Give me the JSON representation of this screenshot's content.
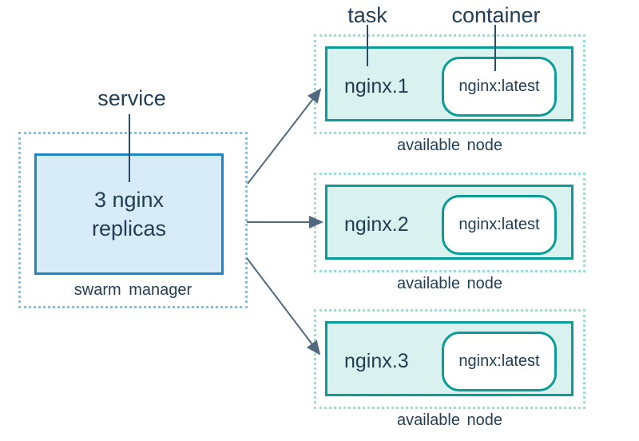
{
  "diagram_title": "docker swarm service replicas diagram",
  "labels": {
    "service": "service",
    "task": "task",
    "container": "container"
  },
  "manager": {
    "box_line1": "3 nginx",
    "box_line2": "replicas",
    "caption": "swarm manager"
  },
  "nodes": [
    {
      "task": "nginx.1",
      "image": "nginx:latest",
      "caption": "available node"
    },
    {
      "task": "nginx.2",
      "image": "nginx:latest",
      "caption": "available node"
    },
    {
      "task": "nginx.3",
      "image": "nginx:latest",
      "caption": "available node"
    }
  ],
  "colors": {
    "text": "#223e54",
    "arrow": "#50697e",
    "connector_line": "#2e4b66",
    "manager_border": "#1b86c8",
    "manager_fill": "#d7ebf9",
    "manager_dotted": "#7fc2e8",
    "node_border": "#0a9c96",
    "node_fill": "#d9f2f0",
    "node_dotted": "#9edcd8",
    "container_fill": "#ffffff"
  }
}
